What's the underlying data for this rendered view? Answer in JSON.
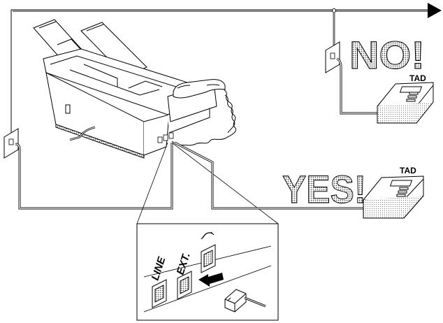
{
  "labels": {
    "no": "NO!",
    "yes": "YES!",
    "tad_top": "TAD",
    "tad_bottom": "TAD",
    "port_line": "LINE",
    "port_ext": "EXT."
  },
  "colors": {
    "line": "#000000",
    "cable_fill": "#ffffff",
    "halftone": "#8a8a8a",
    "background": "#ffffff"
  },
  "icons": {
    "arrow": "arrow-right-icon",
    "handset": "handset-icon",
    "plug": "phone-plug-icon"
  }
}
